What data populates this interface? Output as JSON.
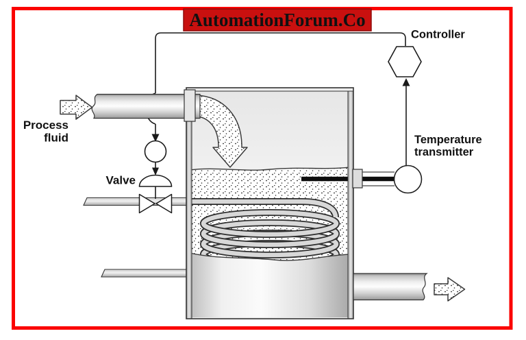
{
  "banner": {
    "text": "AutomationForum.Co",
    "bg_color": "#c9100f",
    "border_color": "#8f0a0a",
    "text_color": "#ffffff"
  },
  "frame": {
    "border_color": "#fb0300"
  },
  "labels": {
    "controller": "Controller",
    "temperature_transmitter_line1": "Temperature",
    "temperature_transmitter_line2": "transmitter",
    "valve": "Valve",
    "process_fluid_line1": "Process",
    "process_fluid_line2": "fluid"
  },
  "icons": {
    "controller_symbol": "hexagon",
    "transmitter_symbol": "circle-with-probe",
    "valve_symbol": "diaphragm-globe-valve",
    "flow_symbol": "stippled-block-arrow"
  },
  "diagram": {
    "components": [
      "process-fluid-inlet-arrow",
      "inlet-pipe",
      "signal-line",
      "control-valve",
      "heating-medium-pipe",
      "heating-coil",
      "tank",
      "liquid",
      "pour-arrow",
      "temperature-probe",
      "temperature-transmitter",
      "controller",
      "drain-pipe",
      "outlet-pipe",
      "outlet-flow-arrow"
    ]
  }
}
